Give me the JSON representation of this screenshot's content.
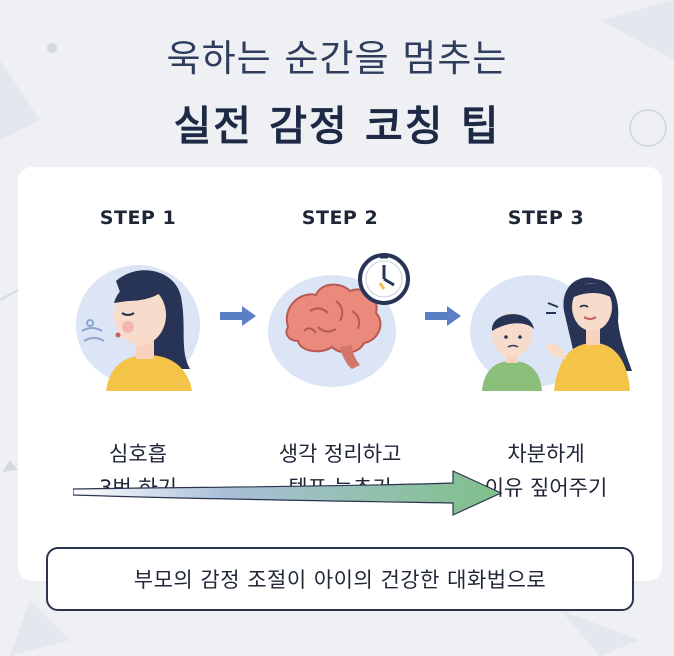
{
  "title": {
    "line1": "욱하는 순간을 멈추는",
    "line2": "실전 감정 코칭 팁"
  },
  "steps": [
    {
      "label": "STEP 1",
      "text_line1": "심호흡",
      "text_line2": "3번 하기",
      "icon": "breathing-woman-icon"
    },
    {
      "label": "STEP 2",
      "text_line1": "생각 정리하고",
      "text_line2": "템포 늦추기",
      "icon": "brain-clock-icon"
    },
    {
      "label": "STEP 3",
      "text_line1": "차분하게",
      "text_line2": "이유 짚어주기",
      "icon": "mother-child-talk-icon"
    }
  ],
  "footer": {
    "message": "부모의 감정 조절이 아이의 건강한 대화법으로"
  },
  "colors": {
    "background": "#eef0f4",
    "card": "#ffffff",
    "title_dark": "#1d2945",
    "arrow_blue": "#5b7fc4",
    "arrow_green": "#7fc08a",
    "hair": "#283456",
    "shirt_yellow": "#f3c447",
    "shirt_green": "#8cc07a",
    "brain_pink": "#e98a7d"
  }
}
